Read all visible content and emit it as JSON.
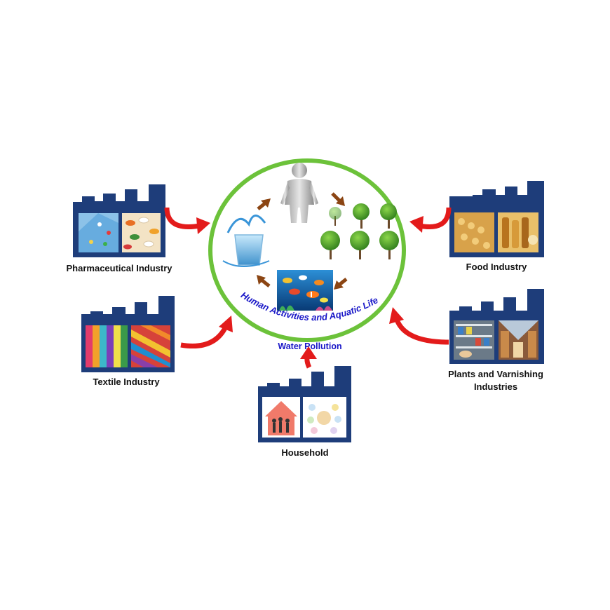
{
  "diagram": {
    "center_caption": "Human Activities and Aquatic Life",
    "pollution_label": "Water Pollution",
    "sources": [
      {
        "name": "Pharmaceutical Industry"
      },
      {
        "name": "Food Industry"
      },
      {
        "name": "Textile Industry"
      },
      {
        "name": "Plants and Varnishing",
        "name_line2": "Industries"
      },
      {
        "name": "Household"
      }
    ],
    "cycle": [
      "water",
      "human",
      "plants",
      "aquatic-life"
    ],
    "colors": {
      "factory": "#1e3d7a",
      "circle_border": "#6cc23a",
      "source_arrow": "#e31b1b",
      "cycle_arrow": "#8b4513",
      "caption": "#1a18c8"
    }
  }
}
